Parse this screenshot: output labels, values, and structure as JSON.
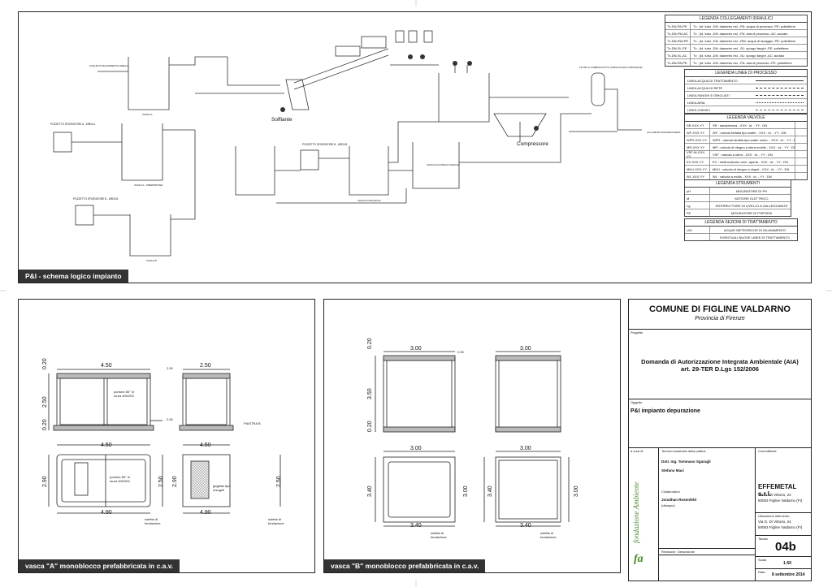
{
  "panels": {
    "top_banner": "P&I - schema logico impianto",
    "vasca_a_banner": "vasca \"A\" monoblocco prefabbricata in c.a.v.",
    "vasca_b_banner": "vasca \"B\" monoblocco prefabbricata in c.a.v."
  },
  "schema": {
    "soffiante": "Soffiante",
    "compressore": "Compressore",
    "pozzetto_a": "POZZETTO SFIORATORE A - AREA A",
    "pozzetto_b": "POZZETTO SFIORATORE B - AREA B",
    "pozzetto_b2": "POZZETTO SFIORATORE B - AREA B",
    "acque_in_a": "ACQUE DI DILAVAMENTO AREA A",
    "vasca_a": "VASCA A",
    "vasca_a_pre": "VASCA A - PREDISPOSIZ.",
    "vasca_b": "VASCA B",
    "vasca_di_rilancio": "VASCA DI RILANCIO",
    "vasca_accumulo": "VASCA ACCUMULO FANGHI",
    "alla_rete": "ALLA RETE FOGNARIA NERA",
    "filtro": "FILTRO A CARBONI ATTIVI (SINGOLO/PIU OPZIONALE)"
  },
  "legends": {
    "collegamenti": {
      "title": "LEGENDA COLLEGAMENTI IDRAULICI",
      "rows": [
        {
          "code": "Tx-DN-PA-PE",
          "desc": "Tx : (id. tubo -DN: diametro est. -PA: acqua di processo -PE: polietilene"
        },
        {
          "code": "Tx-DN-PM-AC",
          "desc": "Tx : (id. tubo -DN: diametro est. -PA: aria di processo -AC: acciaio"
        },
        {
          "code": "Tx-DN-RW-PE",
          "desc": "Tx : (id. tubo -DN: diametro est. -RW: acqua di lavaggio -PE: polietilene"
        },
        {
          "code": "Tx-DN-SL-PE",
          "desc": "Tx : (id. tubo -DN: diametro est. -SL: spurgo fanghi -PE: polietilene"
        },
        {
          "code": "Tx-DN-SL-AC",
          "desc": "Tx : (id. tubo -DN: diametro est. -SL: spurgo fanghi -AC: acciaio"
        },
        {
          "code": "Tx-DN-PA-PE",
          "desc": "Tx : (id. tubo -DN: diametro est. -PA: aria di processo -PE: polietilene"
        }
      ]
    },
    "linee": {
      "title": "LEGENDA LINEE DI PROCESSO",
      "rows": [
        "LINEA ACQUA DI TRATTAMENTO",
        "LINEA ACQUA DI RETE",
        "LINEA FANGHI E GRIGLIATI",
        "LINEA ARIA",
        "LINEA CHIMICI"
      ]
    },
    "valvole": {
      "title": "LEGENDA VALVOLE",
      "rows": [
        {
          "code": "SR-XXX-YY",
          "desc": "SR : saracinesca - XXX : id. - YY : DN"
        },
        {
          "code": "WF-XXX-YY",
          "desc": "WF : valvola farfalla tipo wafer - XXX : id. - YY : DN"
        },
        {
          "code": "WFR-XXX-YY",
          "desc": "WFR : valvola farfalla tipo wafer motor. - XXX : id. - YY : DN"
        },
        {
          "code": "MR-XXX-YY",
          "desc": "MR : valvola di ritegno a sfera mobile - XXX : id. - YY : DN"
        },
        {
          "code": "VSF-M-XXX-YY",
          "desc": "VSF : valvola a sfera - XXX : id. - YY : DN"
        },
        {
          "code": "EV-XXX-YY",
          "desc": "EV : elettrovalvola norm. aperta - XXX : id. - YY : DN"
        },
        {
          "code": "MKU-XXX-YY",
          "desc": "MKU : valvola di ritegno a clapet - XXX : id. - YY : DN"
        },
        {
          "code": "WL-XXX-YY",
          "desc": "WL : valvola a molla - XXX : id. - YY : DN"
        }
      ]
    },
    "strumenti": {
      "title": "LEGENDA STRUMENTI",
      "rows": [
        {
          "code": "pH",
          "desc": "MISURATORE DI PH"
        },
        {
          "code": "M",
          "desc": "MOTORE ELETTRICO"
        },
        {
          "code": "Lg",
          "desc": "INTERRUTTORE DI LIVELLO A GALLEGGIANTE"
        },
        {
          "code": "FE",
          "desc": "MISURATORE DI PORTATA"
        }
      ]
    },
    "sezioni": {
      "title": "LEGENDA SEZIONI DI TRATTAMENTO",
      "rows": [
        {
          "code": "UXI",
          "desc": "ACQUE METEORICHE DI DILAVAMENTO"
        },
        {
          "code": "",
          "desc": "EVENTUALI NUOVE LINEE DI TRATTAMENTO"
        }
      ]
    }
  },
  "vasca_a": {
    "dims_top": [
      "4.50",
      "2.50"
    ],
    "dims_vert_left": [
      "0.20",
      "2.50",
      "0.20"
    ],
    "dims_plan": [
      "4.50",
      "4.50",
      "4.90",
      "4.90"
    ],
    "dims_plan_vert": [
      "2.90",
      "2.50",
      "2.90",
      "2.50"
    ],
    "small": [
      "2.00",
      "2.00"
    ],
    "piastra": "PIASTRA B",
    "note1": "portone 80° in mura 400/200",
    "note2": "portone 80° in mura 400/200",
    "grigliato": "grigliato tipo orsogrill",
    "soletta": "soletta di fondazione"
  },
  "vasca_b": {
    "dims_top": [
      "3.00",
      "3.00"
    ],
    "dims_vert_left": [
      "0.20",
      "3.50",
      "0.20"
    ],
    "dims_plan": [
      "3.00",
      "3.00",
      "3.40",
      "3.40"
    ],
    "dims_plan_vert": [
      "3.40",
      "3.00",
      "3.40",
      "3.00"
    ],
    "small": [
      "2.00"
    ],
    "soletta": "soletta di fondazione"
  },
  "titleblock": {
    "comune": "COMUNE DI FIGLINE VALDARNO",
    "provincia": "Provincia di Firenze",
    "progetto_label": "Progetto",
    "progetto": "Domanda di Autorizzazione Integrata Ambientale (AIA) art. 29-TER D.Lgs 152/2006",
    "oggetto_label": "Oggetto",
    "oggetto": "P&I impianto depurazione",
    "a_cura_label": "a cura di",
    "tecnico_label": "Tecnico incaricato della pratica",
    "tecnico": "Dott. Ing. Tommaso Sgaragli",
    "tecnico2": "Stefano Maci",
    "collab_label": "Collaboratori",
    "collab": "Jonathan Rosenfeld",
    "collab_role": "(disegno)",
    "committente_label": "Committente",
    "committente": "EFFEMETAL s.r.l.",
    "indirizzo1": "Via G. Di Vittorio, 24",
    "indirizzo2": "50063 Figline Valdarno (FI)",
    "ubicazione_label": "Ubicazione intervento",
    "ubic1": "Via G. Di Vittorio, 24",
    "ubic2": "50063 Figline Valdarno (FI)",
    "tavola_label": "Tavola",
    "tavola": "04b",
    "scala_label": "Scala",
    "scala": "1:50",
    "data_label": "Data",
    "data": "8 settembre 2014",
    "revisione_label": "Revisione",
    "descrizione_label": "Descrizione",
    "logo": "fondazione Ambiente",
    "logo_mark": "fa"
  }
}
